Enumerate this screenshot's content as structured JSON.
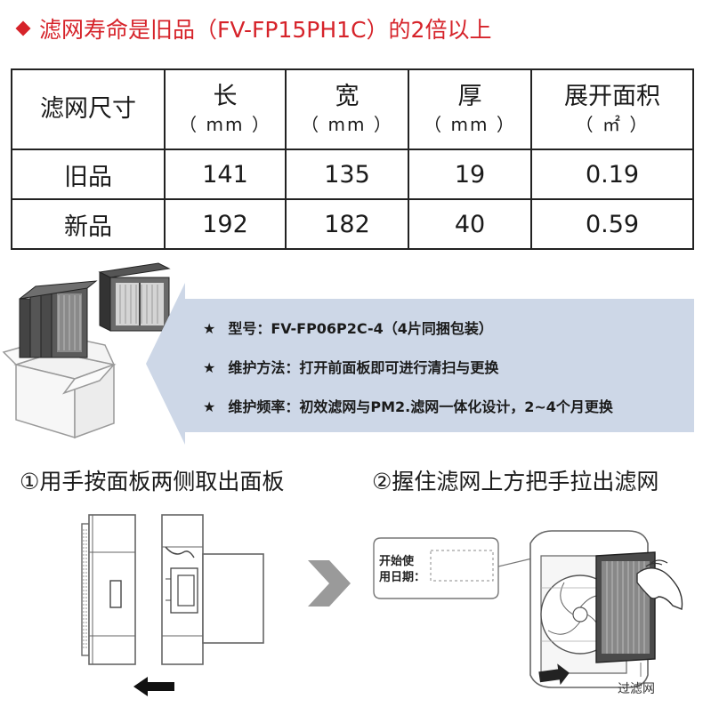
{
  "headline": {
    "text": "滤网寿命是旧品（FV-FP15PH1C）的2倍以上",
    "color": "#d6232a"
  },
  "table": {
    "headers": [
      {
        "main": "滤网尺寸",
        "unit": ""
      },
      {
        "main": "长",
        "unit": "（ mm ）"
      },
      {
        "main": "宽",
        "unit": "（ mm ）"
      },
      {
        "main": "厚",
        "unit": "（ mm ）"
      },
      {
        "main": "展开面积",
        "unit": "（ ㎡ ）"
      }
    ],
    "rows": [
      [
        "旧品",
        "141",
        "135",
        "19",
        "0.19"
      ],
      [
        "新品",
        "192",
        "182",
        "40",
        "0.59"
      ]
    ]
  },
  "info": {
    "background": "#cdd7e7",
    "lines": [
      "型号：FV-FP06P2C-4（4片同捆包装）",
      "维护方法：打开前面板即可进行清扫与更换",
      "维护频率：初效滤网与PM2.滤网一体化设计，2~4个月更换"
    ],
    "bullet": "★"
  },
  "steps": [
    {
      "caption": "①用手按面板两侧取出面板"
    },
    {
      "caption": "②握住滤网上方把手拉出滤网"
    }
  ],
  "label_card": {
    "line1": "开始使",
    "line2": "用日期："
  },
  "filter_label": "过滤网"
}
